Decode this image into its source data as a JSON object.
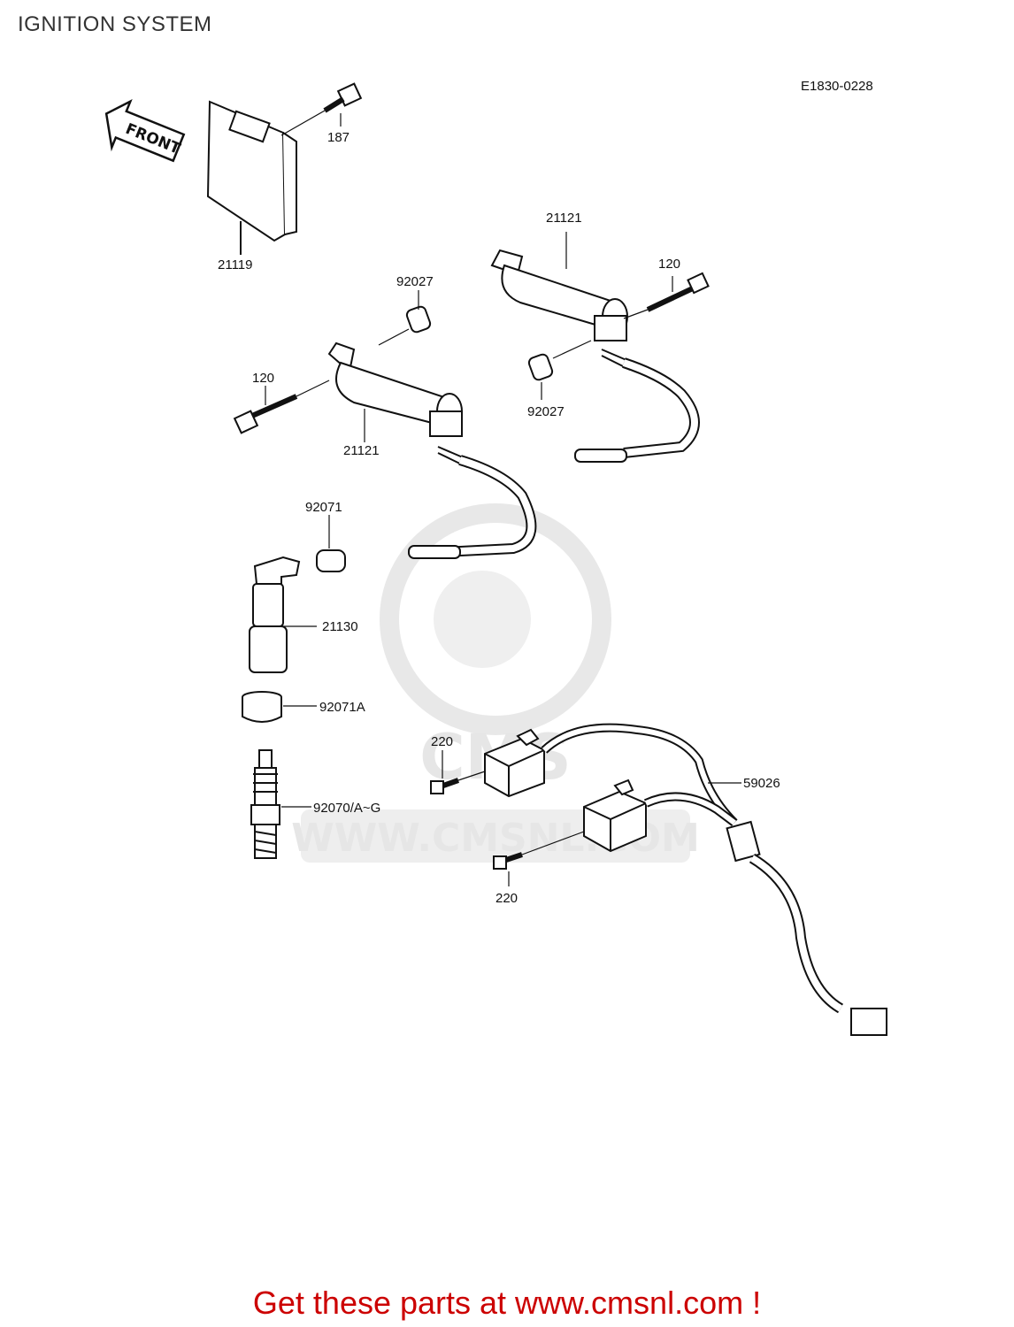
{
  "page": {
    "title": "IGNITION SYSTEM",
    "ref_code": "E1830-0228",
    "front_label": "FRONT"
  },
  "watermark": {
    "text": "WWW.CMSNL.COM",
    "logo_text": "CMS"
  },
  "parts": {
    "p187": "187",
    "p21119": "21119",
    "p21121_a": "21121",
    "p21121_b": "21121",
    "p120_a": "120",
    "p120_b": "120",
    "p92027_a": "92027",
    "p92027_b": "92027",
    "p92071": "92071",
    "p21130": "21130",
    "p92071A": "92071A",
    "p92070": "92070/A~G",
    "p220_a": "220",
    "p220_b": "220",
    "p59026": "59026"
  },
  "footer": {
    "text": "Get these parts at www.cmsnl.com !"
  }
}
